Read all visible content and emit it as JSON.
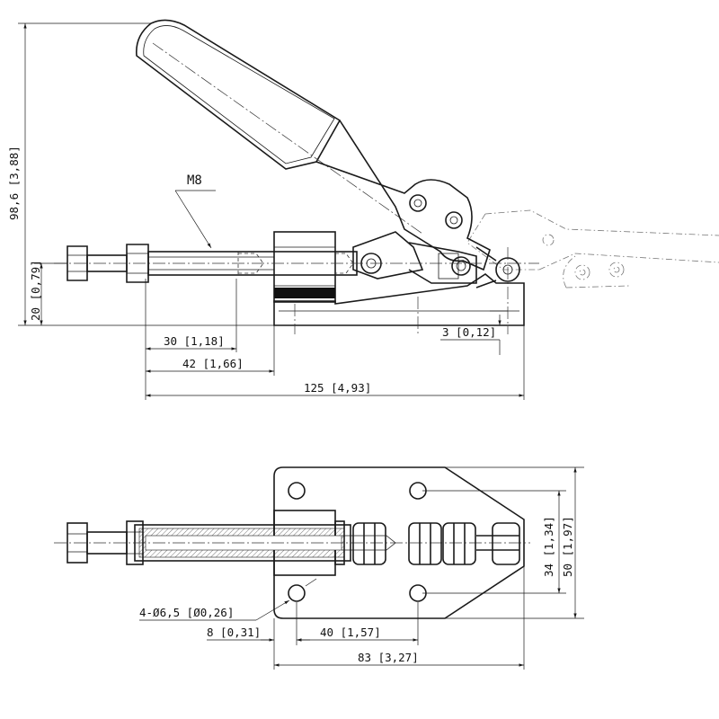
{
  "drawing": {
    "side_view": {
      "thread_label": "M8",
      "dim_total_height": "98,6 [3,88]",
      "dim_base_height": "20 [0,79]",
      "dim_30": "30 [1,18]",
      "dim_42": "42 [1,66]",
      "dim_125": "125 [4,93]",
      "dim_3": "3 [0,12]"
    },
    "top_view": {
      "dim_34": "34 [1,34]",
      "dim_50": "50 [1,97]",
      "dim_holes": "4-Ø6,5 [Ø0,26]",
      "dim_8": "8 [0,31]",
      "dim_40": "40 [1,57]",
      "dim_83": "83 [3,27]"
    }
  }
}
